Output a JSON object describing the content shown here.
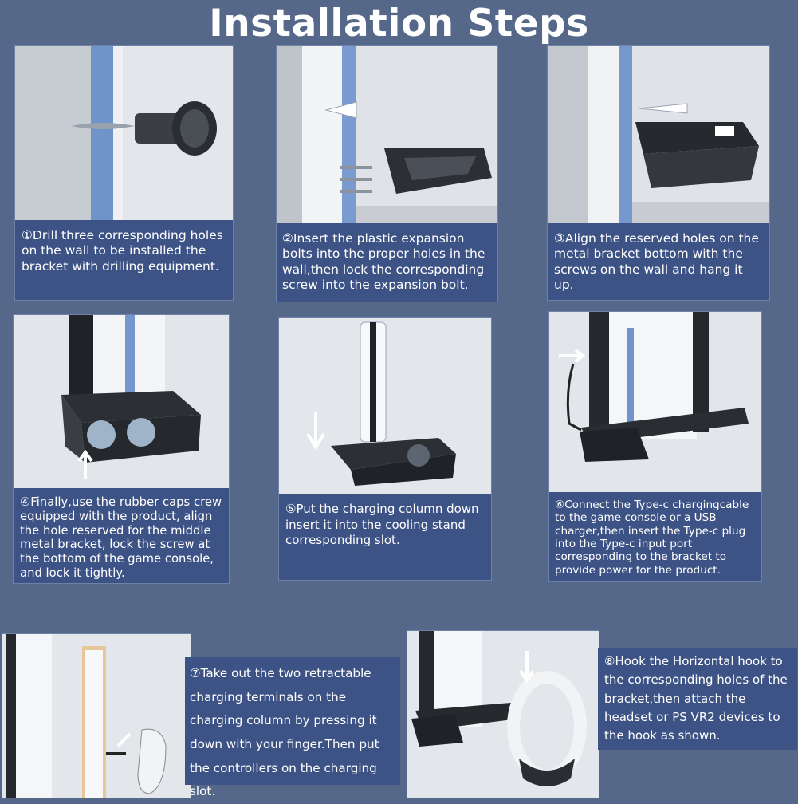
{
  "header": {
    "title": "Installation Steps"
  },
  "steps": [
    {
      "text": "①Drill three corresponding holes on the wall to be installed the bracket with drilling equipment."
    },
    {
      "text": "②Insert the plastic expansion bolts into the proper holes in the wall,then lock the corresponding screw into the expansion bolt."
    },
    {
      "text": "③Align the reserved holes on the metal bracket bottom with the screws on the wall and hang it up."
    },
    {
      "text": "④Finally,use the rubber caps crew equipped with the product, align the hole reserved for the  middle metal bracket, lock the screw at the bottom of the game console, and lock it tightly."
    },
    {
      "text": "⑤Put the charging column down insert it into the cooling stand corresponding slot."
    },
    {
      "text": "⑥Connect the Type-c chargingcable to the game console or a USB charger,then insert the Type-c plug into the Type-c input port corresponding to the bracket to provide power for the product."
    },
    {
      "text": "⑦Take out the two retractable charging terminals on the charging column by pressing it down with your finger.Then put the controllers on the charging slot."
    },
    {
      "text": "⑧Hook the Horizontal hook to the corresponding holes of the bracket,then attach the headset or PS VR2 devices to the hook as shown."
    }
  ],
  "colors": {
    "background": "#56688a",
    "caption": "#3d5285",
    "text": "#ffffff"
  }
}
